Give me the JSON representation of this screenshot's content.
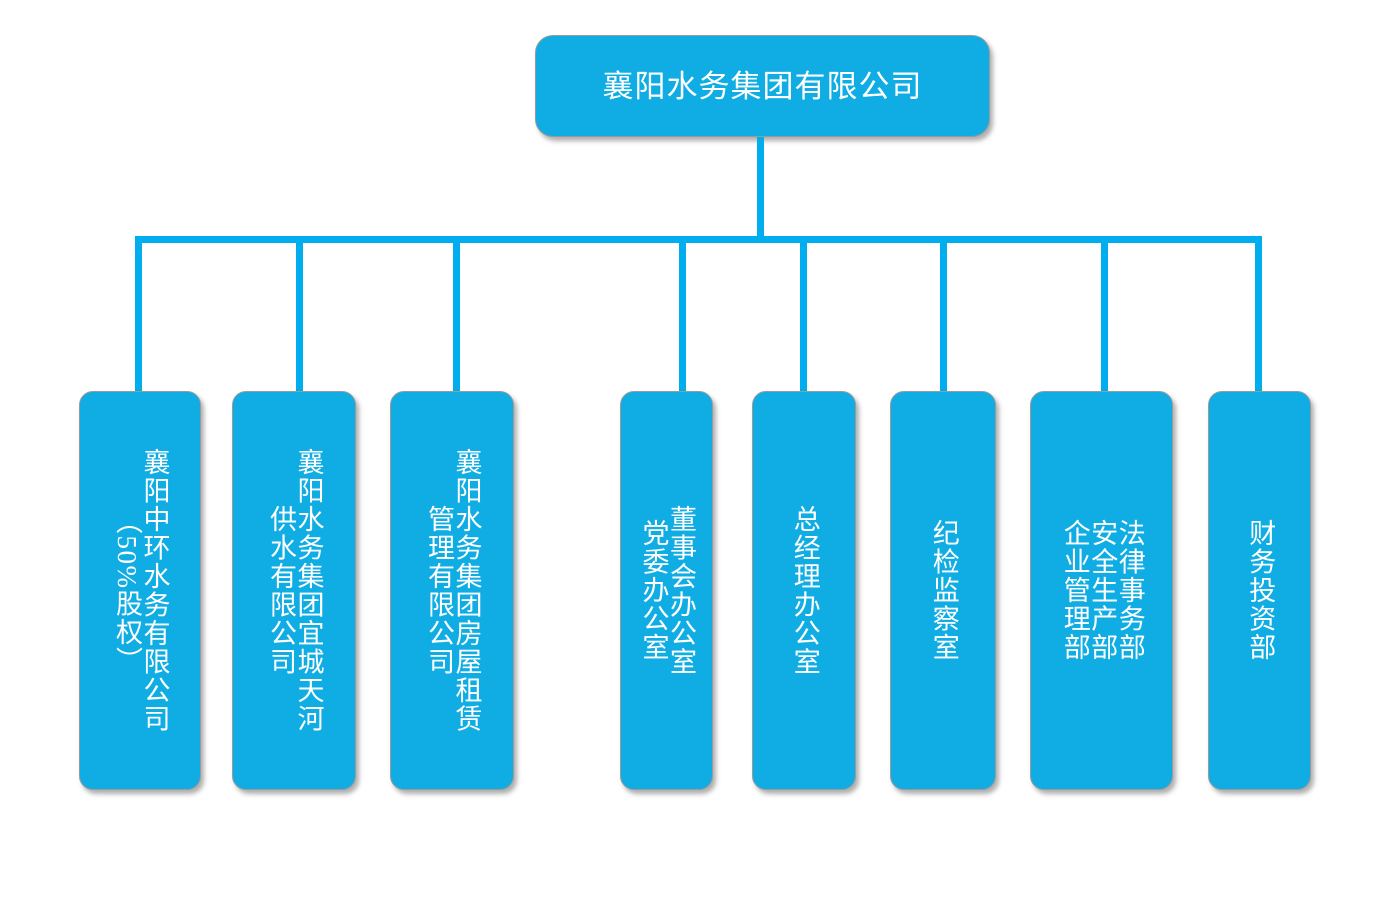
{
  "chart_data": {
    "type": "diagram",
    "diagram_kind": "organizational-chart",
    "title": "襄阳水务集团有限公司 组织架构图",
    "orientation": "top-down",
    "text_direction": "vertical-rl",
    "colors": {
      "node_fill": "#0FADE4",
      "node_border": "#9A9A9A",
      "connector": "#00ADEF",
      "label_text": "#FFFFFF",
      "background": "#FFFFFF"
    },
    "root": {
      "id": "root",
      "label": "襄阳水务集团有限公司"
    },
    "children": [
      {
        "id": "child-1",
        "group": "subsidiary",
        "lines": [
          "襄阳中环水务有限公司",
          "（50%股权）"
        ]
      },
      {
        "id": "child-2",
        "group": "subsidiary",
        "lines": [
          "襄阳水务集团宜城天河",
          "供水有限公司"
        ]
      },
      {
        "id": "child-3",
        "group": "subsidiary",
        "lines": [
          "襄阳水务集团房屋租赁",
          "管理有限公司"
        ]
      },
      {
        "id": "child-4",
        "group": "department",
        "lines": [
          "董事会办公室",
          "党委办公室"
        ]
      },
      {
        "id": "child-5",
        "group": "department",
        "lines": [
          "总经理办公室"
        ]
      },
      {
        "id": "child-6",
        "group": "department",
        "lines": [
          "纪检监察室"
        ]
      },
      {
        "id": "child-7",
        "group": "department",
        "lines": [
          "法律事务部",
          "安全生产部",
          "企业管理部"
        ]
      },
      {
        "id": "child-8",
        "group": "department",
        "lines": [
          "财务投资部"
        ]
      }
    ]
  },
  "root": {
    "label": "襄阳水务集团有限公司"
  },
  "nodes": {
    "child_1": {
      "line_1": "襄阳中环水务有限公司",
      "line_2": "（50%股权）"
    },
    "child_2": {
      "line_1": "襄阳水务集团宜城天河",
      "line_2": "供水有限公司"
    },
    "child_3": {
      "line_1": "襄阳水务集团房屋租赁",
      "line_2": "管理有限公司"
    },
    "child_4": {
      "line_1": "董事会办公室",
      "line_2": "党委办公室"
    },
    "child_5": {
      "line_1": "总经理办公室"
    },
    "child_6": {
      "line_1": "纪检监察室"
    },
    "child_7": {
      "line_1": "法律事务部",
      "line_2": "安全生产部",
      "line_3": "企业管理部"
    },
    "child_8": {
      "line_1": "财务投资部"
    }
  }
}
